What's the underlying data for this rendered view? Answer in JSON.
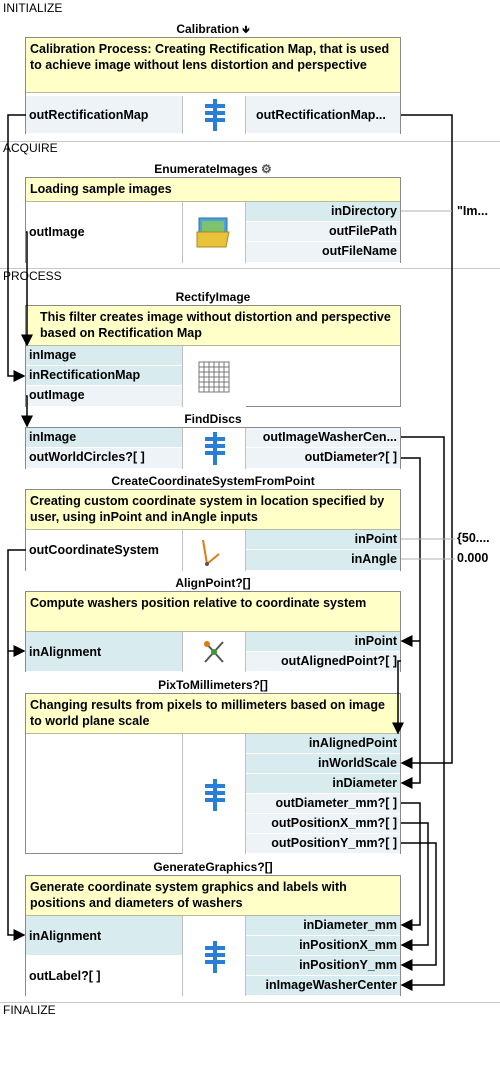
{
  "sections": {
    "initialize": "INITIALIZE",
    "acquire": "ACQUIRE",
    "process": "PROCESS",
    "finalize": "FINALIZE"
  },
  "blocks": {
    "calibration": {
      "title": "Calibration",
      "title_icon": "arrow-down-icon",
      "desc": "Calibration Process: Creating Rectification Map, that is used to achieve image without lens distortion and perspective",
      "out_left": "outRectificationMap",
      "out_right": "outRectificationMap...",
      "icon": "step-list-icon"
    },
    "enumerate": {
      "title": "EnumerateImages",
      "title_icon": "gear-icon",
      "desc": "Loading sample images",
      "out_left": "outImage",
      "in1": "inDirectory",
      "in2": "outFilePath",
      "in3": "outFileName",
      "ext_value": "\"Im...",
      "icon": "image-folder-icon"
    },
    "rectify": {
      "title": "RectifyImage",
      "desc": "This filter creates image without distortion and perspective based on Rectification Map",
      "in1": "inImage",
      "in2": "inRectificationMap",
      "out1": "outImage",
      "icon": "grid-warp-icon"
    },
    "finddiscs": {
      "title": "FindDiscs",
      "in1": "inImage",
      "out1": "outWorldCircles?[ ]",
      "r1": "outImageWasherCen...",
      "r2": "outDiameter?[ ]",
      "icon": "step-list-icon"
    },
    "coordsys": {
      "title": "CreateCoordinateSystemFromPoint",
      "desc": "Creating custom coordinate system in location specified by user, using inPoint and inAngle inputs",
      "out_left": "outCoordinateSystem",
      "in1": "inPoint",
      "in2": "inAngle",
      "ext1": "{50....",
      "ext2": "0.000",
      "icon": "coordinate-system-icon"
    },
    "alignpoint": {
      "title": "AlignPoint?[]",
      "desc": "Compute washers position relative to coordinate system",
      "in_left": "inAlignment",
      "in1": "inPoint",
      "out1": "outAlignedPoint?[ ]",
      "icon": "align-point-icon"
    },
    "pixtomm": {
      "title": "PixToMillimeters?[]",
      "desc": "Changing results from pixels to millimeters based on image to world plane scale",
      "in1": "inAlignedPoint",
      "in2": "inWorldScale",
      "in3": "inDiameter",
      "out1": "outDiameter_mm?[ ]",
      "out2": "outPositionX_mm?[ ]",
      "out3": "outPositionY_mm?[ ]",
      "icon": "step-list-icon"
    },
    "graphics": {
      "title": "GenerateGraphics?[]",
      "desc": "Generate coordinate system graphics and labels with positions and diameters of washers",
      "in_left": "inAlignment",
      "out_left": "outLabel?[ ]",
      "in1": "inDiameter_mm",
      "in2": "inPositionX_mm",
      "in3": "inPositionY_mm",
      "in4": "inImageWasherCenter",
      "icon": "step-list-icon"
    }
  },
  "colors": {
    "description_bg": "#ffffc8",
    "input_port_bg": "#d8ecf0",
    "output_port_bg": "#eef3f8",
    "wire": "#000000",
    "icon_blue": "#2a7fd4"
  }
}
